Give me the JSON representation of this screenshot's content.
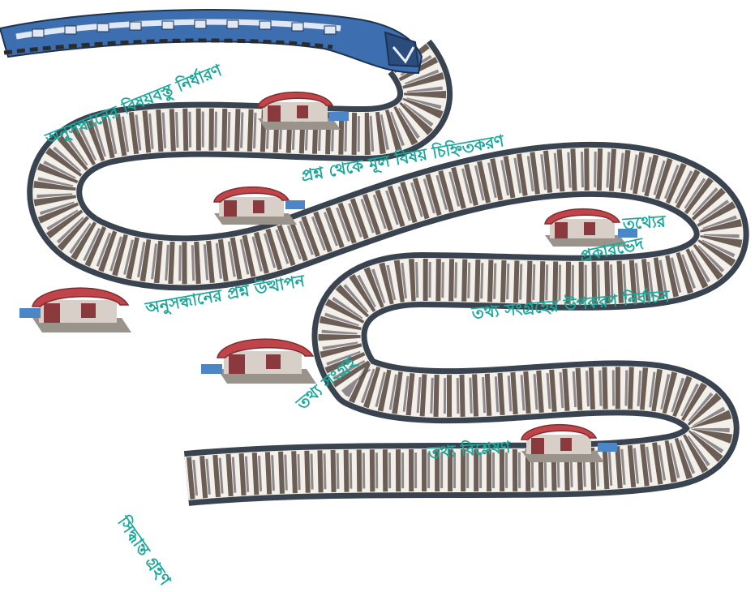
{
  "colors": {
    "track_border": "#3a4450",
    "ties": "#6b5e56",
    "track_bed": "#f3efe9",
    "label": "#1aa89a",
    "station_roof": "#c0454a",
    "station_wall": "#d8d0c8",
    "sign": "#4a86c8",
    "train_body": "#3d6fb0"
  },
  "stations": [
    {
      "name": "selecting-topic",
      "sign_icon": "station-sign-icon"
    },
    {
      "name": "core-topic",
      "sign_icon": "station-sign-icon"
    },
    {
      "name": "info-type",
      "sign_icon": "station-sign-icon"
    },
    {
      "name": "question-raise",
      "sign_icon": "station-sign-icon"
    },
    {
      "name": "data-collection",
      "sign_icon": "station-sign-icon"
    },
    {
      "name": "data-analysis",
      "sign_icon": "station-sign-icon"
    }
  ],
  "labels": {
    "l1": "অনুসন্ধানের বিষয়বস্তু নির্ধারণ",
    "l2": "প্রশ্ন থেকে মূল বিষয় চিহ্নিতকরণ",
    "l3a": "তথ্যের",
    "l3b": "প্রকারভেদ",
    "l4": "অনুসন্ধানের প্রশ্ন উত্থাপন",
    "l5": "তথ্য সংগ্রহের উপকরণ নির্বাচন",
    "l6": "তথ্য সংগ্রহ",
    "l7": "তথ্য বিশ্লেষণ",
    "l8": "সিদ্ধান্ত গ্রহণ"
  }
}
